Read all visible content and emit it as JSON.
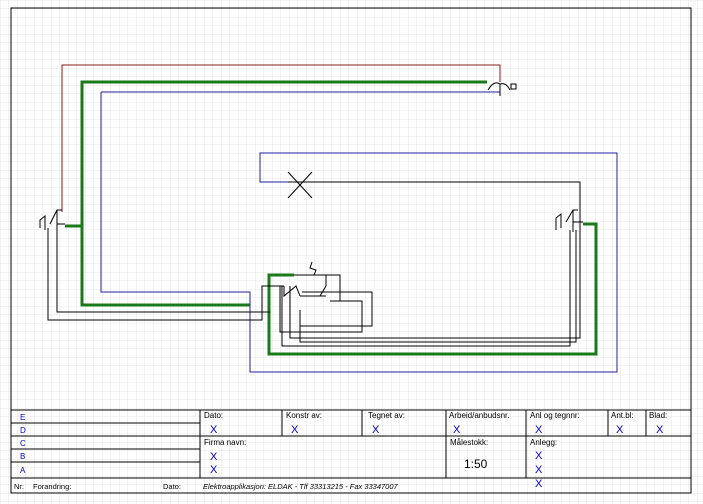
{
  "revisions": [
    "E",
    "D",
    "C",
    "B",
    "A"
  ],
  "footer": {
    "nr_label": "Nr:",
    "change_label": "Forandring:",
    "date_label": "Dato:",
    "company_line": "Elektroapplikasjon:  ELDAK  -  Tlf  33313215  -  Fax  33347007"
  },
  "title_block": {
    "date_label": "Dato:",
    "date_value": "X",
    "construct_label": "Konstr av:",
    "construct_value": "X",
    "drawn_label": "Tegnet av:",
    "drawn_value": "X",
    "work_label": "Arbeid/anbudsnr.",
    "work_value": "X",
    "anl_label": "Anl og tegnnr:",
    "anl_value": "X",
    "antbl_label": "Ant.bl:",
    "antbl_value": "X",
    "blad_label": "Blad:",
    "blad_value": "X",
    "company_label": "Firma navn:",
    "company_values": [
      "X",
      "X"
    ],
    "scale_label": "Målestokk:",
    "scale_value": "1:50",
    "facility_label": "Anlegg:",
    "facility_values": [
      "X",
      "X",
      "X"
    ]
  },
  "colors": {
    "grid": "#d0d0d0",
    "frame": "#000000",
    "wire_brown": "#8b1a1a",
    "wire_green": "#1a7a1a",
    "wire_blue": "#2020a0",
    "wire_black": "#000000"
  }
}
